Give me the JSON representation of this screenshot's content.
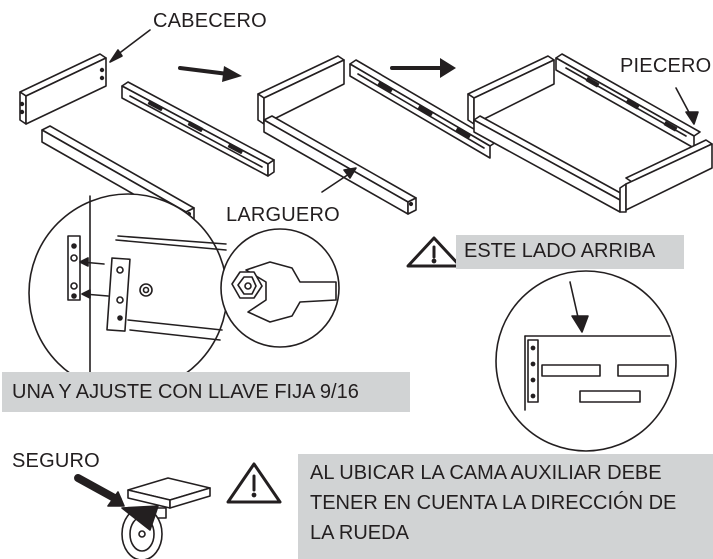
{
  "labels": {
    "headboard": "CABECERO",
    "footboard": "PIECERO",
    "side_rail": "LARGUERO",
    "this_side_up": "ESTE LADO ARRIBA",
    "lock": "SEGURO"
  },
  "instruction": "UNA Y AJUSTE CON LLAVE FIJA 9/16",
  "warning_note": {
    "line1": "AL UBICAR LA CAMA AUXILIAR DEBE",
    "line2": "TENER EN CUENTA LA DIRECCIÓN DE",
    "line3": "LA RUEDA"
  },
  "icons": [
    "warning-triangle-icon",
    "arrow-right-icon",
    "wrench-icon",
    "caster-wheel-icon"
  ],
  "colors": {
    "ink": "#231f20",
    "band": "#d1d3d4",
    "panel": "#ffffff"
  }
}
